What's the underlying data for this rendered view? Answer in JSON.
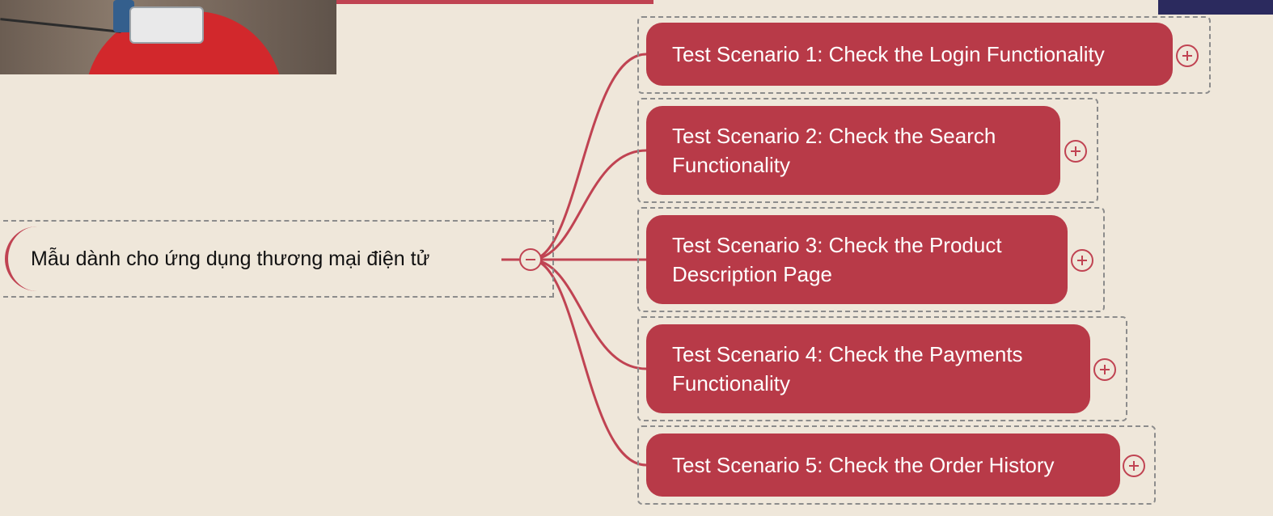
{
  "mindmap": {
    "central_topic": "Mẫu dành cho ứng dụng thương mại điện tử",
    "branches": [
      {
        "label": "Test Scenario 1: Check the Login Functionality"
      },
      {
        "label": "Test Scenario 2: Check the Search Functionality"
      },
      {
        "label": "Test Scenario 3: Check the Product Description Page"
      },
      {
        "label": "Test Scenario 4: Check the Payments Functionality"
      },
      {
        "label": "Test Scenario 5: Check the Order History"
      }
    ]
  },
  "colors": {
    "background": "#efe7da",
    "node_fill": "#b83a48",
    "connector": "#c04352",
    "node_text": "#ffffff",
    "central_text": "#111111"
  },
  "icons": {
    "central_toggle": "collapse-minus-icon",
    "branch_toggle": "expand-plus-icon"
  }
}
